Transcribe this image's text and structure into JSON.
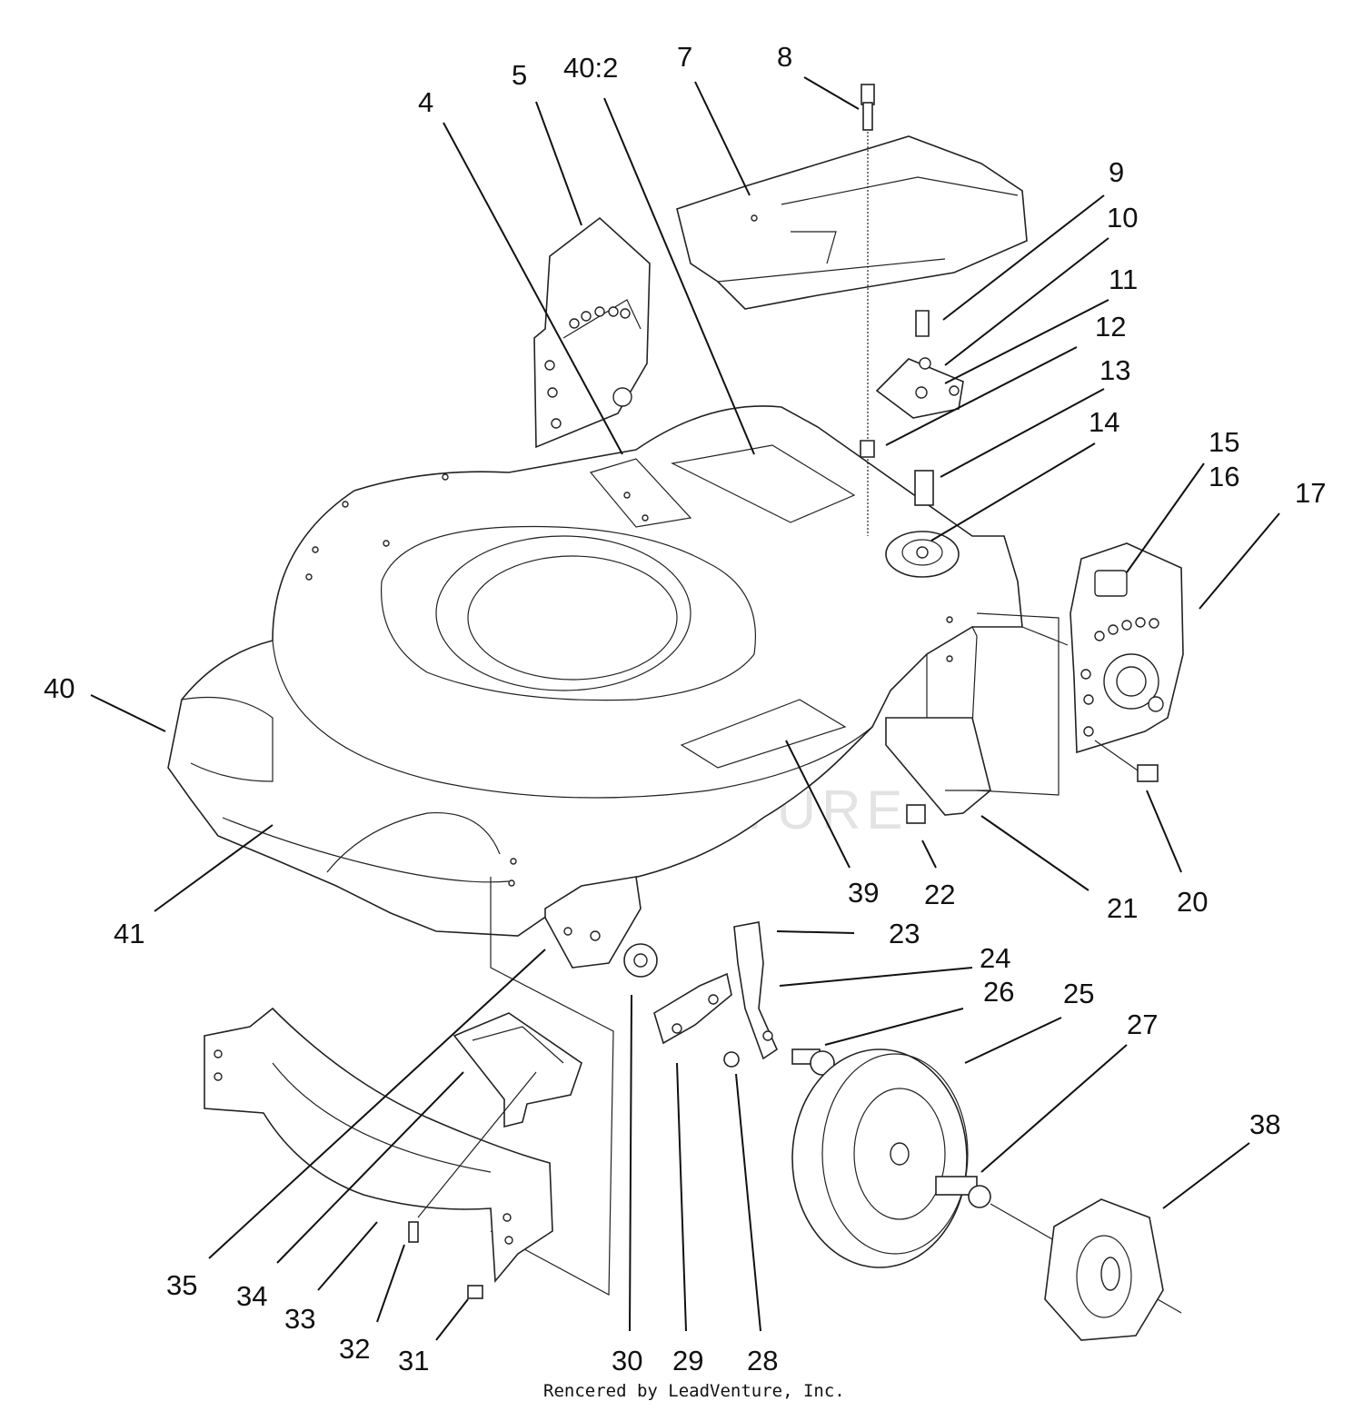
{
  "callouts": {
    "c4": "4",
    "c5": "5",
    "c40_2": "40:2",
    "c7": "7",
    "c8": "8",
    "c9": "9",
    "c10": "10",
    "c11": "11",
    "c12": "12",
    "c13": "13",
    "c14": "14",
    "c15": "15",
    "c16": "16",
    "c17": "17",
    "c40": "40",
    "c39": "39",
    "c22": "22",
    "c21": "21",
    "c20": "20",
    "c41": "41",
    "c23": "23",
    "c24": "24",
    "c26": "26",
    "c25": "25",
    "c27": "27",
    "c38": "38",
    "c35": "35",
    "c34": "34",
    "c33": "33",
    "c32": "32",
    "c31": "31",
    "c30": "30",
    "c29": "29",
    "c28": "28"
  },
  "watermark": "LEADVENTURE",
  "credit": "Rencered by LeadVenture, Inc."
}
